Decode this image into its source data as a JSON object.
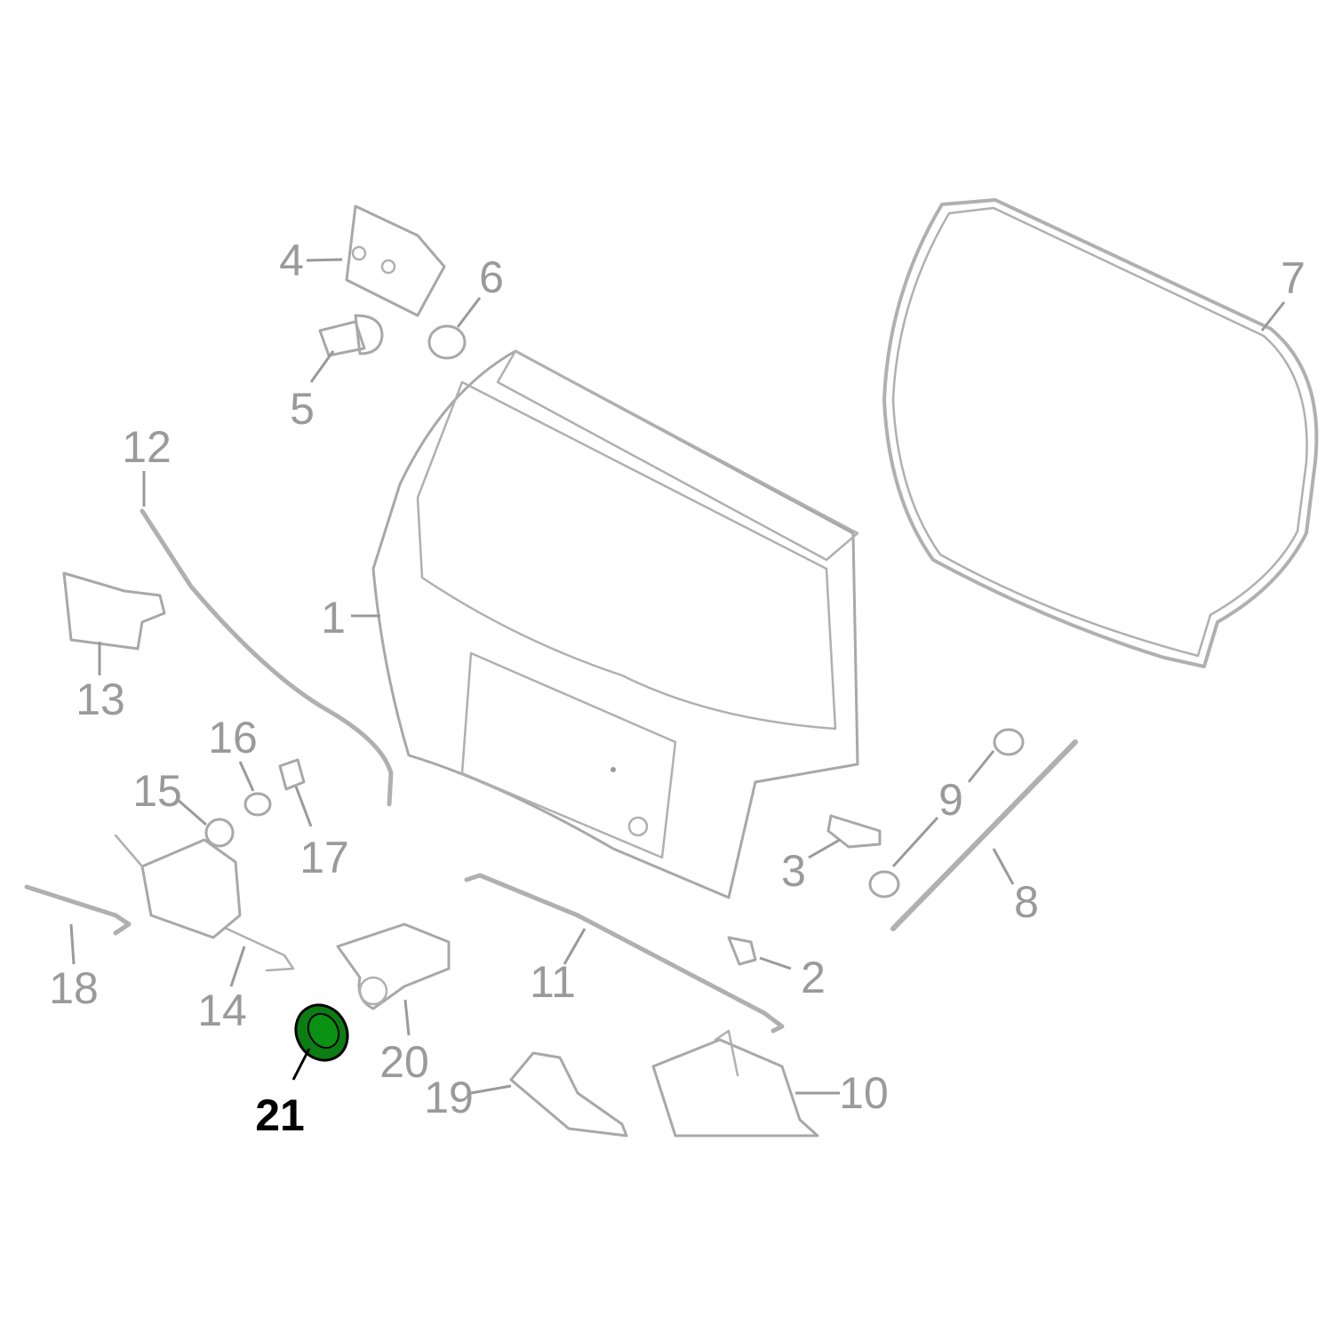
{
  "diagram": {
    "highlight_part": "21",
    "highlight_color": "#0b7d12",
    "line_color": "#a8a8a8",
    "labels": [
      "1",
      "2",
      "3",
      "4",
      "5",
      "6",
      "7",
      "8",
      "9",
      "10",
      "11",
      "12",
      "13",
      "14",
      "15",
      "16",
      "17",
      "18",
      "19",
      "20",
      "21"
    ]
  }
}
